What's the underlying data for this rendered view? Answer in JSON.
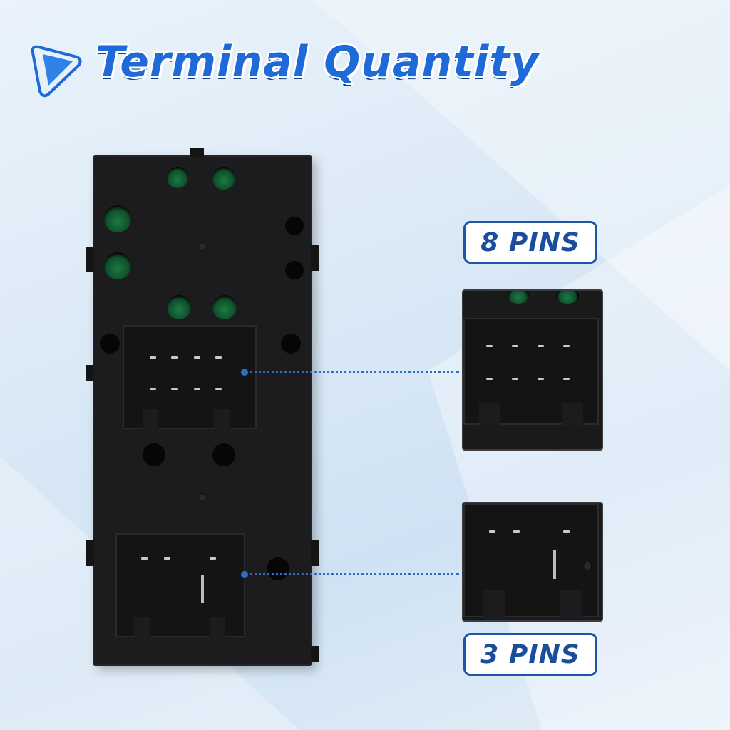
{
  "header": {
    "title": "Terminal Quantity",
    "logo_icon": "play-triangle-icon",
    "accent_color": "#1d6ad8"
  },
  "callouts": {
    "top": {
      "label": "8 PINS",
      "pin_count": 8
    },
    "bottom": {
      "label": "3 PINS",
      "pin_count": 3
    }
  },
  "colors": {
    "background": "#dbe9f6",
    "product_body": "#1c1c1e",
    "label_border": "#1e55a8",
    "leader_line": "#2d6dc4"
  }
}
